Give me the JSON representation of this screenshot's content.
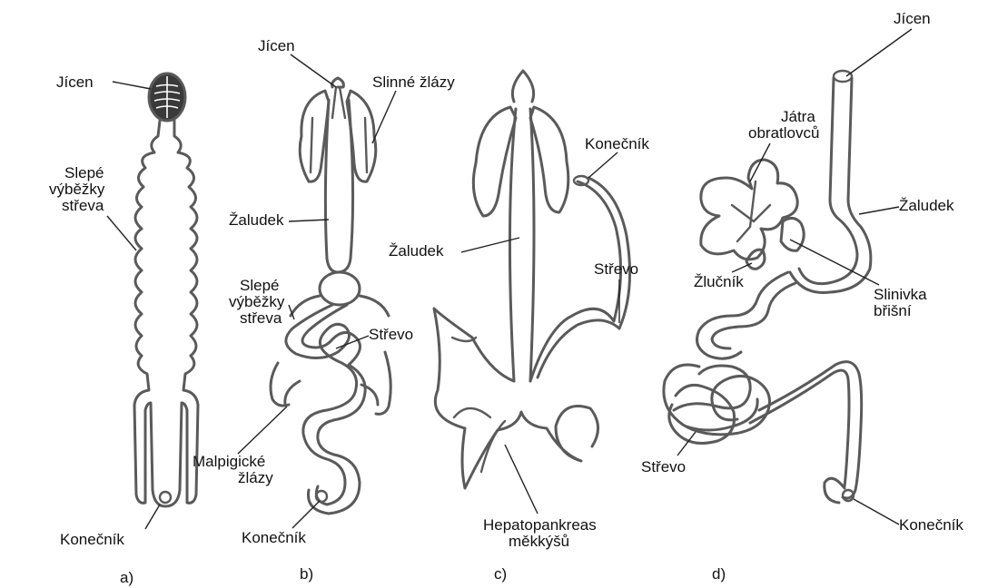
{
  "panels": {
    "a": {
      "caption": "a)",
      "labels": {
        "jicen": "Jícen",
        "slepe_1": "Slepé",
        "slepe_2": "výběžky",
        "slepe_3": "střeva",
        "konecnik": "Konečník"
      }
    },
    "b": {
      "caption": "b)",
      "labels": {
        "jicen": "Jícen",
        "slinne": "Slinné žlázy",
        "zaludek": "Žaludek",
        "slepe_1": "Slepé",
        "slepe_2": "výběžky",
        "slepe_3": "střeva",
        "strevo": "Střevo",
        "malpig_1": "Malpigické",
        "malpig_2": "žlázy",
        "konecnik": "Konečník"
      }
    },
    "c": {
      "caption": "c)",
      "labels": {
        "konecnik": "Konečník",
        "zaludek": "Žaludek",
        "strevo": "Střevo",
        "hepato_1": "Hepatopankreas",
        "hepato_2": "měkkýšů"
      }
    },
    "d": {
      "caption": "d)",
      "labels": {
        "jicen": "Jícen",
        "jatra_1": "Játra",
        "jatra_2": "obratlovců",
        "zaludek": "Žaludek",
        "zlucnik": "Žlučník",
        "slinivka_1": "Slinivka",
        "slinivka_2": "břišní",
        "strevo": "Střevo",
        "konecnik": "Konečník"
      }
    }
  }
}
